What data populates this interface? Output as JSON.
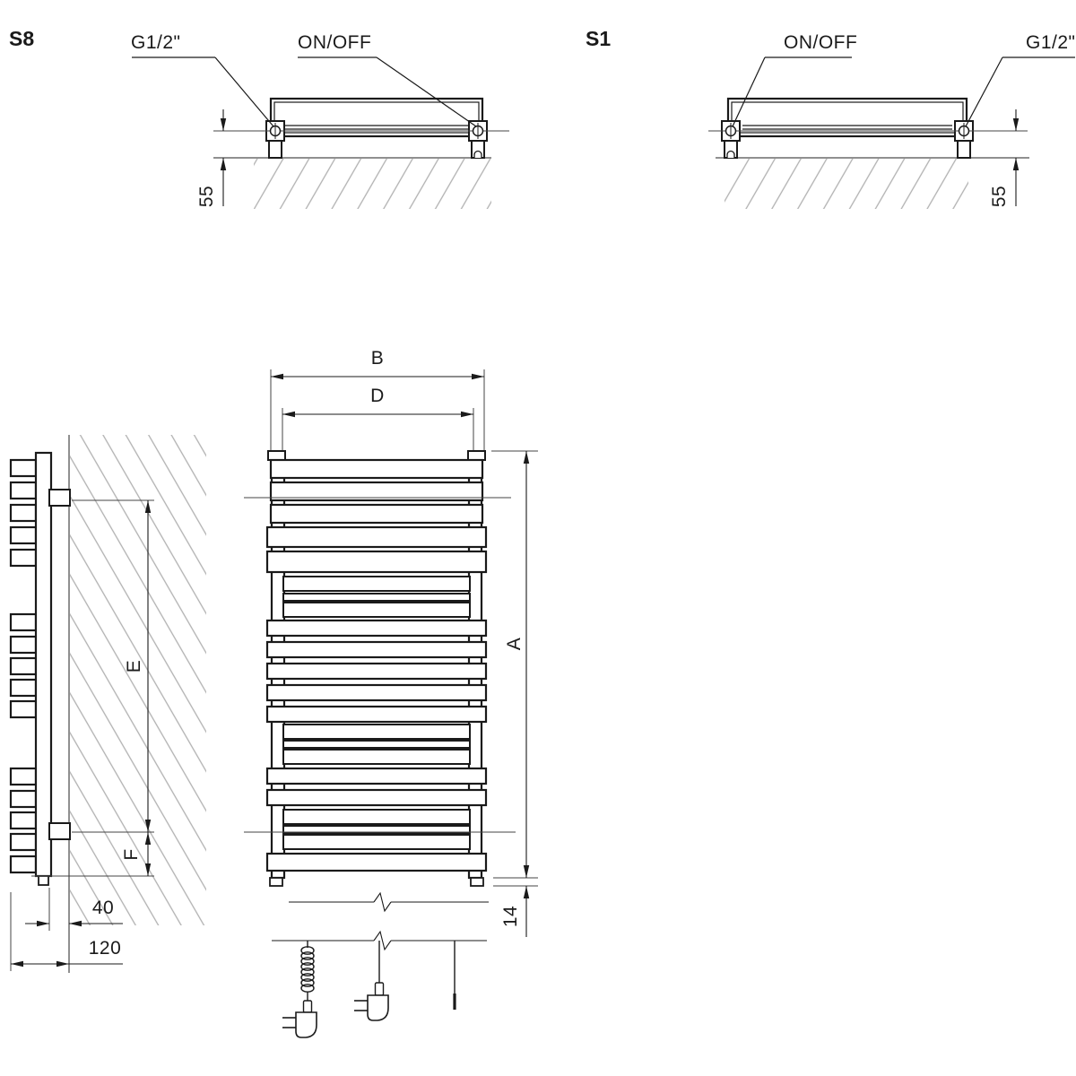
{
  "drawing": {
    "s8": {
      "title": "S8",
      "thread": "G1/2\"",
      "switch": "ON/OFF",
      "dist55": "55"
    },
    "s1": {
      "title": "S1",
      "switch": "ON/OFF",
      "thread": "G1/2\"",
      "dist55": "55"
    },
    "front": {
      "b": "B",
      "d": "D",
      "a": "A",
      "h14": "14"
    },
    "side": {
      "e": "E",
      "f": "F",
      "d40": "40",
      "d120": "120"
    }
  },
  "meta": {
    "line_color": "#1a1a1a",
    "thin_line_color": "#444444",
    "hatch_color": "#b0b0b0",
    "background": "#ffffff"
  }
}
